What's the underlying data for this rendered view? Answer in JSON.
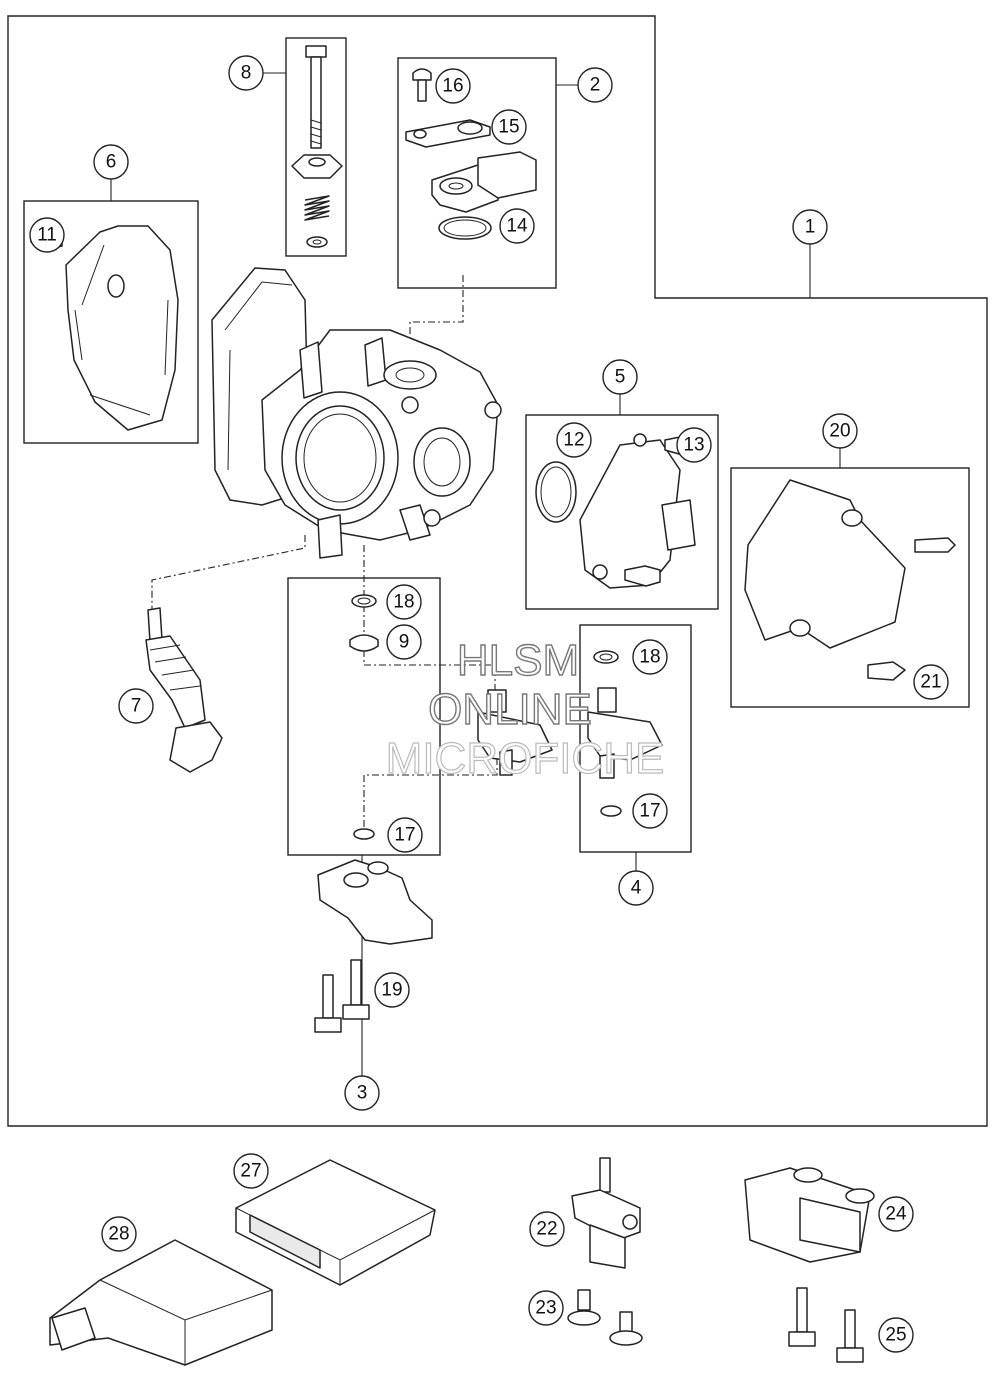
{
  "diagram": {
    "callouts": [
      "1",
      "2",
      "3",
      "4",
      "5",
      "6",
      "7",
      "8",
      "9",
      "11",
      "12",
      "13",
      "14",
      "15",
      "16",
      "17",
      "17",
      "18",
      "18",
      "19",
      "20",
      "21",
      "22",
      "23",
      "24",
      "25",
      "27",
      "28"
    ],
    "watermark": {
      "line1": "HLSM",
      "line2": "ONLINE",
      "line3": "MICROFICHE"
    }
  }
}
